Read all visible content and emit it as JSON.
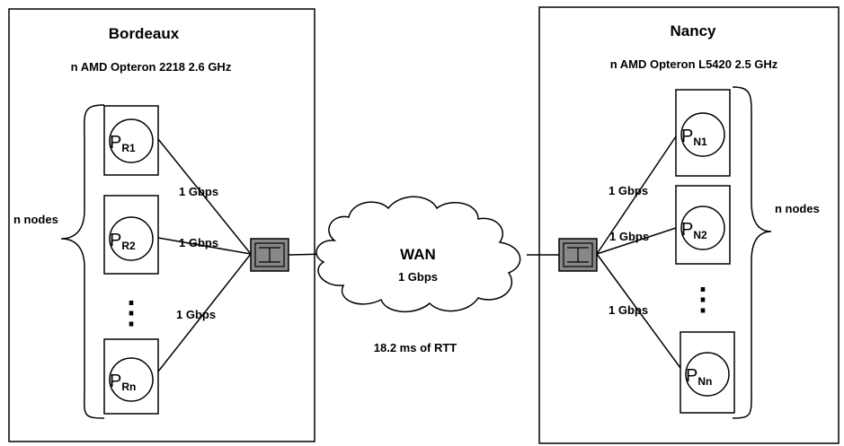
{
  "sites": {
    "left": {
      "name": "Bordeaux",
      "cpu": "n AMD Opteron 2218 2.6 GHz",
      "nodes_label": "n nodes",
      "processors": [
        {
          "p": "P",
          "sub": "R1"
        },
        {
          "p": "P",
          "sub": "R2"
        },
        {
          "p": "P",
          "sub": "Rn"
        }
      ],
      "links": [
        "1 Gbps",
        "1 Gbps",
        "1 Gbps"
      ]
    },
    "right": {
      "name": "Nancy",
      "cpu": "n AMD Opteron L5420 2.5 GHz",
      "nodes_label": "n nodes",
      "processors": [
        {
          "p": "P",
          "sub": "N1"
        },
        {
          "p": "P",
          "sub": "N2"
        },
        {
          "p": "P",
          "sub": "Nn"
        }
      ],
      "links": [
        "1 Gbps",
        "1 Gbps",
        "1 Gbps"
      ]
    }
  },
  "wan": {
    "label": "WAN",
    "bandwidth": "1 Gbps",
    "rtt": "18.2 ms of RTT"
  },
  "ellipsis": "⋮",
  "colors": {
    "switch_fill": "#888888",
    "stroke": "#000000",
    "background": "#ffffff"
  },
  "icons": {
    "switch": "network-switch-icon",
    "cloud": "wan-cloud-icon"
  }
}
